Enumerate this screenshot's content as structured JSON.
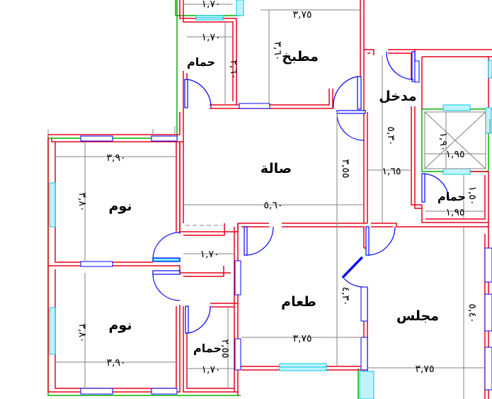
{
  "plan": {
    "colors": {
      "wall": "#e8001c",
      "outline": "#00b400",
      "door": "#0000ff",
      "window": "#00c8e6",
      "dimension": "#808080",
      "text": "#000000"
    },
    "rooms": {
      "bath_top": "حمام",
      "kitchen": "مطبخ",
      "entrance": "مدخل",
      "hall": "صالة",
      "bedroom_top": "نوم",
      "bedroom_bottom": "نوم",
      "dining": "طعام",
      "bath_mid": "حمام",
      "bath_right": "حمام",
      "majlis": "مجلس"
    },
    "dimensions": {
      "top_bath_width_upper": "١,٧٠",
      "top_bath_width": "١,٧٠",
      "top_bath_height": "٢,٦٠",
      "kitchen_width": "٣,٧٥",
      "kitchen_height": "٣,٦٠",
      "entrance_height": "٥,٣٠",
      "shaft_width": "١,٩٥",
      "shaft_height": "١,٩٠",
      "hall_height": "٣,٥٥",
      "hall_width": "٥,٦٠",
      "entrance_width": "١,٦٥",
      "bath_right_width": "١,٩٥",
      "bath_right_height": "١,٥٠",
      "bed_top_width": "٣,٩٠",
      "bed_top_height": "٣,٨٠",
      "corridor_width": "١,٧٠",
      "dining_height": "٤,٣٠",
      "dining_width": "٣,٧٥",
      "majlis_height": "٥,٤٠",
      "majlis_width": "٣,٧٥",
      "bed_bottom_width": "٣,٩٠",
      "bed_bottom_height": "٣,٨٠",
      "bath_mid_width": "١,٧٠",
      "bath_mid_height": "٢,٥٥"
    }
  }
}
